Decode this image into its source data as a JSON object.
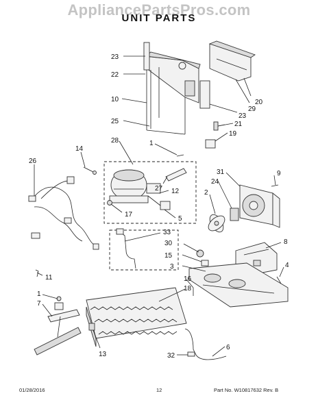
{
  "watermark": "AppliancePartsPros.com",
  "title": "UNIT PARTS",
  "footer": {
    "date": "01/28/2016",
    "page": "12",
    "part": "Part No. W10817632 Rev. B"
  },
  "callouts": [
    {
      "key": "c23a",
      "label": "23"
    },
    {
      "key": "c22",
      "label": "22"
    },
    {
      "key": "c10",
      "label": "10"
    },
    {
      "key": "c25",
      "label": "25"
    },
    {
      "key": "c20",
      "label": "20"
    },
    {
      "key": "c29",
      "label": "29"
    },
    {
      "key": "c23b",
      "label": "23"
    },
    {
      "key": "c21",
      "label": "21"
    },
    {
      "key": "c19",
      "label": "19"
    },
    {
      "key": "c28",
      "label": "28"
    },
    {
      "key": "c1a",
      "label": "1"
    },
    {
      "key": "c14",
      "label": "14"
    },
    {
      "key": "c26",
      "label": "26"
    },
    {
      "key": "c27",
      "label": "27"
    },
    {
      "key": "c12",
      "label": "12"
    },
    {
      "key": "c31",
      "label": "31"
    },
    {
      "key": "c9",
      "label": "9"
    },
    {
      "key": "c24",
      "label": "24"
    },
    {
      "key": "c2",
      "label": "2"
    },
    {
      "key": "c17",
      "label": "17"
    },
    {
      "key": "c5",
      "label": "5"
    },
    {
      "key": "c33",
      "label": "33"
    },
    {
      "key": "c8",
      "label": "8"
    },
    {
      "key": "c30",
      "label": "30"
    },
    {
      "key": "c15",
      "label": "15"
    },
    {
      "key": "c3",
      "label": "3"
    },
    {
      "key": "c4",
      "label": "4"
    },
    {
      "key": "c11",
      "label": "11"
    },
    {
      "key": "c16",
      "label": "16"
    },
    {
      "key": "c18",
      "label": "18"
    },
    {
      "key": "c1b",
      "label": "1"
    },
    {
      "key": "c7",
      "label": "7"
    },
    {
      "key": "c13",
      "label": "13"
    },
    {
      "key": "c6",
      "label": "6"
    },
    {
      "key": "c32",
      "label": "32"
    }
  ]
}
